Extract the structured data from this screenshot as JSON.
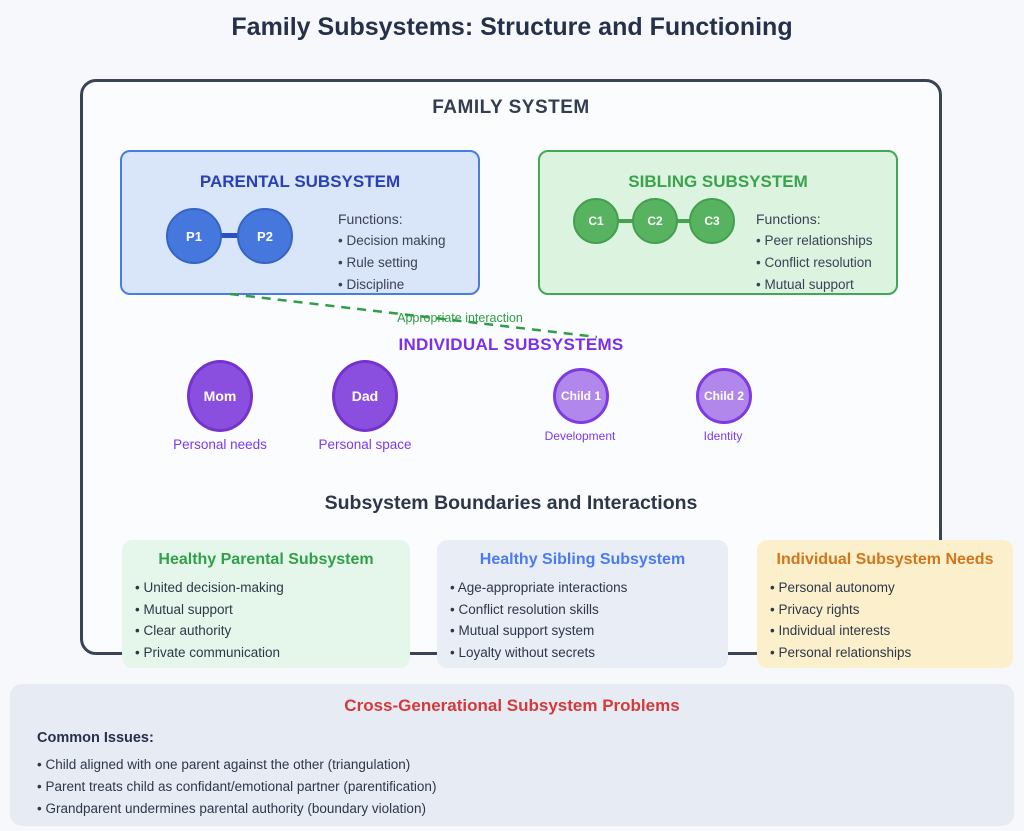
{
  "title": "Family Subsystems: Structure and Functioning",
  "colors": {
    "title_text": "#25304a",
    "family_border": "#3b4454",
    "parental_accent": "#2a41b5",
    "parental_box_fill": "#d9e5f8",
    "parental_node_fill": "#4577dd",
    "sibling_accent": "#3aa34c",
    "sibling_box_fill": "#dcf3e0",
    "sibling_node_fill": "#57b35f",
    "interaction_line": "#2f9e44",
    "individual_accent": "#7b2fe8",
    "parent_node_fill": "#8b4fe0",
    "child_node_fill": "#b287ec",
    "healthy_parental_bg": "#e5f7ea",
    "healthy_parental_accent": "#31a04a",
    "healthy_sibling_bg": "#e9edf5",
    "healthy_sibling_accent": "#4a7bf2",
    "individual_needs_bg": "#fbf0cb",
    "individual_needs_accent": "#d2761c",
    "problems_bg": "#e7ecf4",
    "problems_accent": "#d43a3a"
  },
  "family_system": {
    "label": "FAMILY SYSTEM",
    "parental": {
      "title": "PARENTAL SUBSYSTEM",
      "nodes": [
        "P1",
        "P2"
      ],
      "functions_label": "Functions:",
      "functions": [
        "• Decision making",
        "• Rule setting",
        "• Discipline"
      ]
    },
    "sibling": {
      "title": "SIBLING SUBSYSTEM",
      "nodes": [
        "C1",
        "C2",
        "C3"
      ],
      "functions_label": "Functions:",
      "functions": [
        "• Peer relationships",
        "• Conflict resolution",
        "• Mutual support"
      ]
    },
    "interaction_label": "Appropriate interaction",
    "individual": {
      "title": "INDIVIDUAL SUBSYSTEMS",
      "members": [
        {
          "name": "Mom",
          "note": "Personal needs"
        },
        {
          "name": "Dad",
          "note": "Personal space"
        },
        {
          "name": "Child 1",
          "note": "Development"
        },
        {
          "name": "Child 2",
          "note": "Identity"
        }
      ]
    }
  },
  "boundaries": {
    "title": "Subsystem Boundaries and Interactions",
    "panels": [
      {
        "title": "Healthy Parental Subsystem",
        "items": [
          "• United decision-making",
          "• Mutual support",
          "• Clear authority",
          "• Private communication"
        ]
      },
      {
        "title": "Healthy Sibling Subsystem",
        "items": [
          "• Age-appropriate interactions",
          "• Conflict resolution skills",
          "• Mutual support system",
          "• Loyalty without secrets"
        ]
      },
      {
        "title": "Individual Subsystem Needs",
        "items": [
          "• Personal autonomy",
          "• Privacy rights",
          "• Individual interests",
          "• Personal relationships"
        ]
      }
    ]
  },
  "problems": {
    "title": "Cross-Generational Subsystem Problems",
    "subtitle": "Common Issues:",
    "items": [
      "• Child aligned with one parent against the other (triangulation)",
      "• Parent treats child as confidant/emotional partner (parentification)",
      "• Grandparent undermines parental authority (boundary violation)"
    ]
  }
}
